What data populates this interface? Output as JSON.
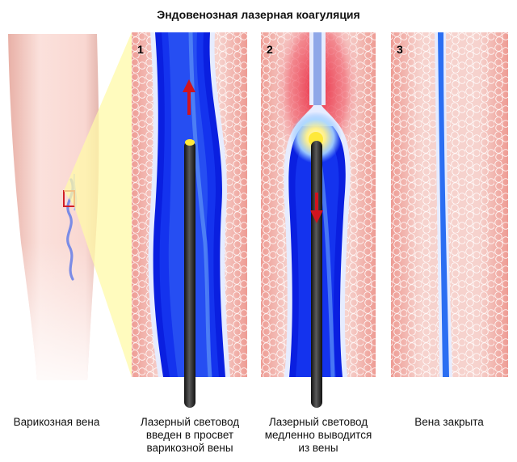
{
  "title": "Эндовенозная лазерная коагуляция",
  "panels": [
    {
      "number": "1",
      "caption_lines": [
        "Лазерный световод",
        "введен в просвет",
        "варикозной вены"
      ]
    },
    {
      "number": "2",
      "caption_lines": [
        "Лазерный световод",
        "медленно выводится",
        "из вены"
      ]
    },
    {
      "number": "3",
      "caption_lines": [
        "Вена закрыта"
      ]
    }
  ],
  "leg_caption": "Варикозная вена",
  "colors": {
    "tissue": "#f4c9c4",
    "tissue_edge": "#ec9f97",
    "vein_dark": "#0a1fe0",
    "vein_light": "#3a7cf5",
    "laser": "#ffe93a",
    "heat": "#e0203a",
    "arrow": "#d0141e",
    "fiber": "#2b2b2b"
  }
}
